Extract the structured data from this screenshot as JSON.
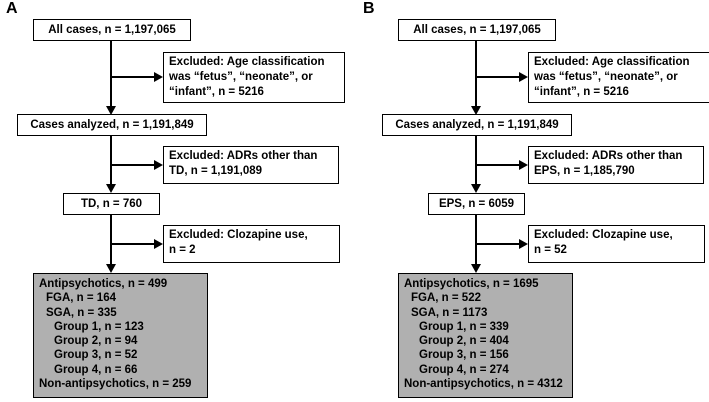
{
  "figure": {
    "background_color": "#ffffff",
    "outcome_box_fill": "#b0b0b0",
    "line_color": "#000000"
  },
  "panels": [
    {
      "label": "A",
      "all_cases": "All cases, n = 1,197,065",
      "excluded_age": {
        "lines": [
          "Excluded: Age classification",
          "was “fetus”, “neonate”, or",
          "“infant”, n = 5216"
        ]
      },
      "cases_analyzed": "Cases analyzed, n = 1,191,849",
      "excluded_adr": {
        "lines": [
          "Excluded: ADRs other than",
          "TD, n = 1,191,089"
        ]
      },
      "adr_cases": "TD, n = 760",
      "excluded_clozapine": {
        "lines": [
          "Excluded: Clozapine use,",
          "n = 2"
        ]
      },
      "outcome": {
        "lines": [
          "Antipsychotics, n = 499",
          "FGA, n = 164",
          "SGA, n = 335",
          "Group 1, n = 123",
          "Group 2, n = 94",
          "Group 3, n = 52",
          "Group 4, n = 66",
          "Non-antipsychotics, n = 259"
        ]
      }
    },
    {
      "label": "B",
      "all_cases": "All cases, n = 1,197,065",
      "excluded_age": {
        "lines": [
          "Excluded: Age classification",
          "was “fetus”, “neonate”, or",
          "“infant”, n = 5216"
        ]
      },
      "cases_analyzed": "Cases analyzed, n = 1,191,849",
      "excluded_adr": {
        "lines": [
          "Excluded: ADRs other than",
          "EPS, n = 1,185,790"
        ]
      },
      "adr_cases": "EPS, n = 6059",
      "excluded_clozapine": {
        "lines": [
          "Excluded: Clozapine use,",
          "n = 52"
        ]
      },
      "outcome": {
        "lines": [
          "Antipsychotics, n = 1695",
          "FGA, n = 522",
          "SGA, n = 1173",
          "Group 1, n = 339",
          "Group 2, n = 404",
          "Group 3, n = 156",
          "Group 4, n = 274",
          "Non-antipsychotics, n = 4312"
        ]
      }
    }
  ]
}
